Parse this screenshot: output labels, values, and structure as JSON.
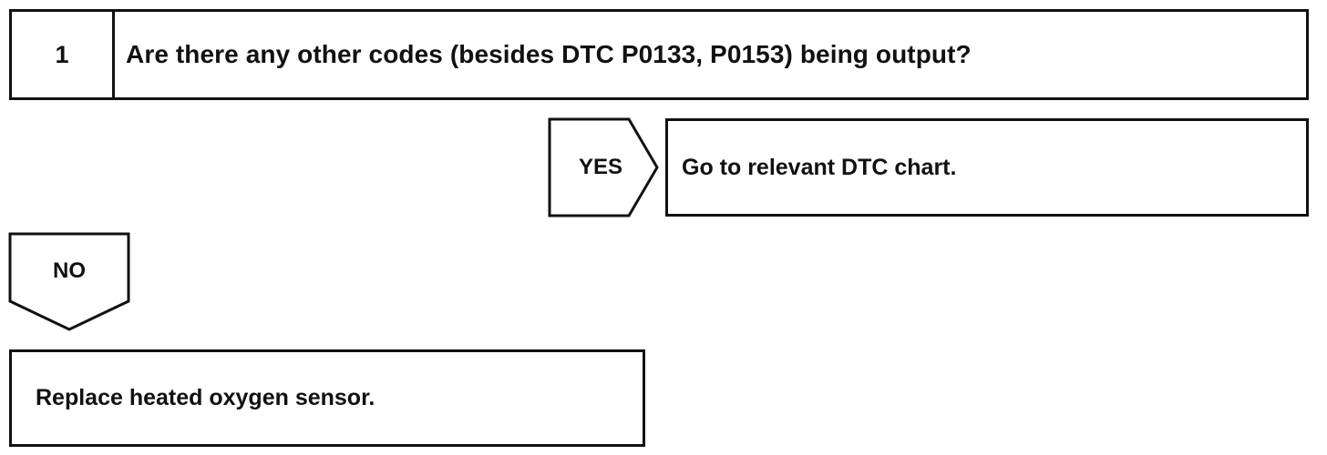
{
  "step": {
    "number": "1",
    "question": "Are there any other codes (besides DTC P0133, P0153) being output?"
  },
  "yes_branch": {
    "label": "YES",
    "result": "Go to relevant DTC chart."
  },
  "no_branch": {
    "label": "NO",
    "result": "Replace heated oxygen sensor."
  }
}
